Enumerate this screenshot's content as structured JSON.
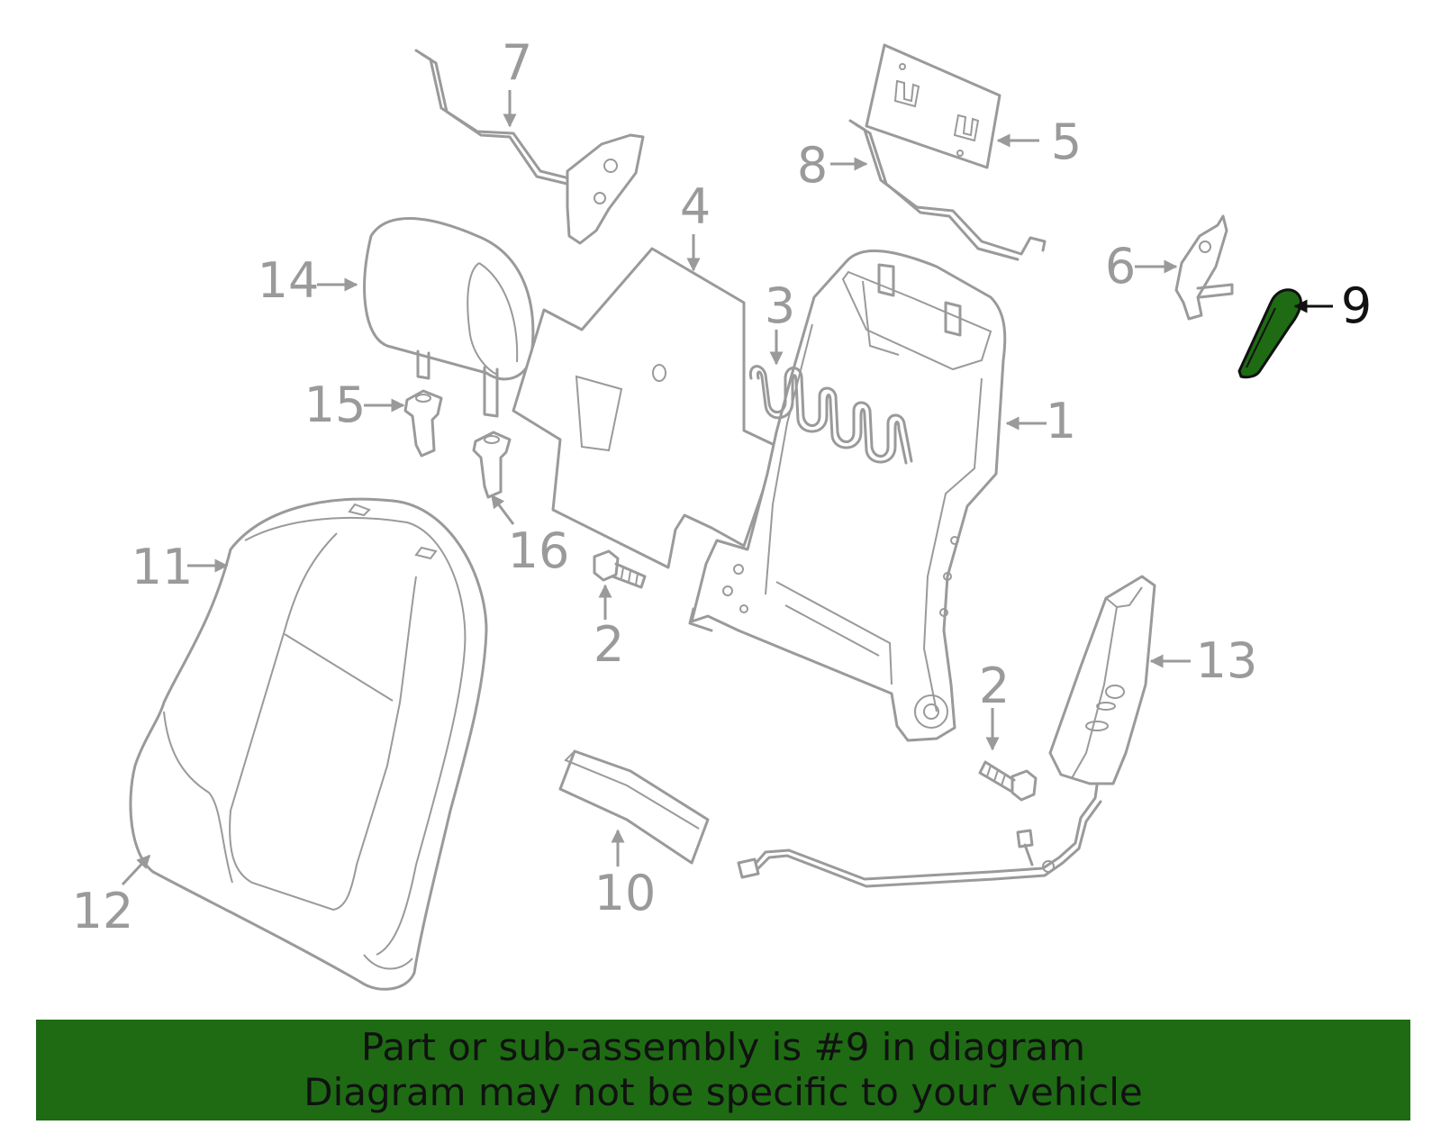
{
  "callouts": {
    "c1": "1",
    "c2a": "2",
    "c2b": "2",
    "c3": "3",
    "c4": "4",
    "c5": "5",
    "c6": "6",
    "c7": "7",
    "c8": "8",
    "c9": "9",
    "c10": "10",
    "c11": "11",
    "c12": "12",
    "c13": "13",
    "c14": "14",
    "c15": "15",
    "c16": "16"
  },
  "highlight": {
    "part_number": "9",
    "color": "#1e6b14"
  },
  "banner": {
    "line1": "Part or sub-assembly is #9 in diagram",
    "line2": "Diagram may not be specific to your vehicle",
    "background": "#1e6b14"
  }
}
